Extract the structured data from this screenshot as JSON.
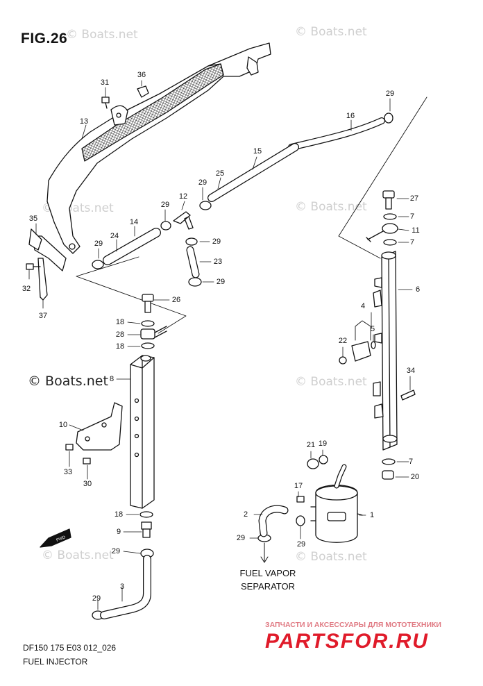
{
  "figure_title": "FIG.26",
  "watermark": "© Boats.net",
  "diagram_code": "DF150 175 E03 012_026",
  "diagram_name": "FUEL INJECTOR",
  "fwd_label": "FWD",
  "separator_label_line1": "FUEL VAPOR",
  "separator_label_line2": "SEPARATOR",
  "brand_tagline": "ЗАПЧАСТИ И АКСЕССУАРЫ ДЛЯ МОТОТЕХНИКИ",
  "brand_name": "PARTSFOR.RU",
  "callouts": [
    "1",
    "2",
    "3",
    "4",
    "5",
    "6",
    "7",
    "7",
    "7",
    "8",
    "9",
    "10",
    "11",
    "12",
    "13",
    "14",
    "15",
    "16",
    "17",
    "18",
    "18",
    "18",
    "19",
    "20",
    "21",
    "22",
    "23",
    "24",
    "25",
    "26",
    "27",
    "28",
    "29",
    "29",
    "29",
    "29",
    "29",
    "29",
    "29",
    "29",
    "29",
    "29",
    "30",
    "31",
    "32",
    "33",
    "34",
    "35",
    "36",
    "37"
  ]
}
